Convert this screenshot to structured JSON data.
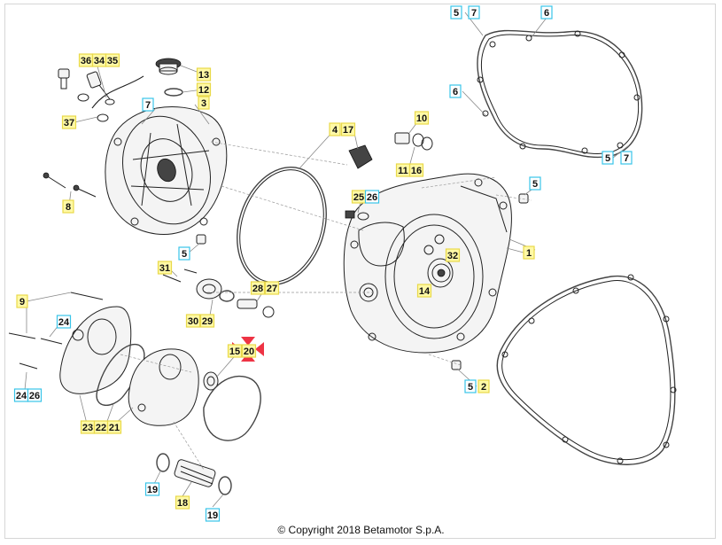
{
  "colors": {
    "yellow_fill": "#fff9a6",
    "yellow_border": "#e8d94a",
    "cyan_fill": "#ffffff",
    "cyan_border": "#38c4e8",
    "marker": "#ee3344"
  },
  "copyright": "© Copyright 2018 Betamotor S.p.A.",
  "callouts": [
    {
      "id": "c5a",
      "n": "5",
      "style": "cyan"
    },
    {
      "id": "c7a",
      "n": "7",
      "style": "cyan"
    },
    {
      "id": "c6a",
      "n": "6",
      "style": "cyan"
    },
    {
      "id": "c6b",
      "n": "6",
      "style": "cyan"
    },
    {
      "id": "c5b",
      "n": "5",
      "style": "cyan"
    },
    {
      "id": "c7b",
      "n": "7",
      "style": "cyan"
    },
    {
      "id": "c5c",
      "n": "5",
      "style": "cyan"
    },
    {
      "id": "c1",
      "n": "1",
      "style": "yellow"
    },
    {
      "id": "c5d",
      "n": "5",
      "style": "cyan"
    },
    {
      "id": "c2",
      "n": "2",
      "style": "yellow"
    },
    {
      "id": "c36",
      "n": "36",
      "style": "yellow"
    },
    {
      "id": "c34",
      "n": "34",
      "style": "yellow"
    },
    {
      "id": "c35",
      "n": "35",
      "style": "yellow"
    },
    {
      "id": "c13",
      "n": "13",
      "style": "yellow"
    },
    {
      "id": "c12",
      "n": "12",
      "style": "yellow"
    },
    {
      "id": "c7c",
      "n": "7",
      "style": "cyan"
    },
    {
      "id": "c3",
      "n": "3",
      "style": "yellow"
    },
    {
      "id": "c37",
      "n": "37",
      "style": "yellow"
    },
    {
      "id": "c8",
      "n": "8",
      "style": "yellow"
    },
    {
      "id": "c4",
      "n": "4",
      "style": "yellow"
    },
    {
      "id": "c17",
      "n": "17",
      "style": "yellow"
    },
    {
      "id": "c10",
      "n": "10",
      "style": "yellow"
    },
    {
      "id": "c11",
      "n": "11",
      "style": "yellow"
    },
    {
      "id": "c16",
      "n": "16",
      "style": "yellow"
    },
    {
      "id": "c25",
      "n": "25",
      "style": "yellow"
    },
    {
      "id": "c26a",
      "n": "26",
      "style": "cyan"
    },
    {
      "id": "c5e",
      "n": "5",
      "style": "cyan"
    },
    {
      "id": "c32",
      "n": "32",
      "style": "yellow"
    },
    {
      "id": "c14",
      "n": "14",
      "style": "yellow"
    },
    {
      "id": "c31",
      "n": "31",
      "style": "yellow"
    },
    {
      "id": "c28",
      "n": "28",
      "style": "yellow"
    },
    {
      "id": "c27",
      "n": "27",
      "style": "yellow"
    },
    {
      "id": "c9",
      "n": "9",
      "style": "yellow"
    },
    {
      "id": "c30",
      "n": "30",
      "style": "yellow"
    },
    {
      "id": "c29",
      "n": "29",
      "style": "yellow"
    },
    {
      "id": "c24a",
      "n": "24",
      "style": "cyan"
    },
    {
      "id": "c15",
      "n": "15",
      "style": "yellow"
    },
    {
      "id": "c20",
      "n": "20",
      "style": "yellow"
    },
    {
      "id": "c24b",
      "n": "24",
      "style": "cyan"
    },
    {
      "id": "c26b",
      "n": "26",
      "style": "cyan"
    },
    {
      "id": "c23",
      "n": "23",
      "style": "yellow"
    },
    {
      "id": "c22",
      "n": "22",
      "style": "yellow"
    },
    {
      "id": "c21",
      "n": "21",
      "style": "yellow"
    },
    {
      "id": "c19a",
      "n": "19",
      "style": "cyan"
    },
    {
      "id": "c18",
      "n": "18",
      "style": "yellow"
    },
    {
      "id": "c19b",
      "n": "19",
      "style": "cyan"
    }
  ]
}
